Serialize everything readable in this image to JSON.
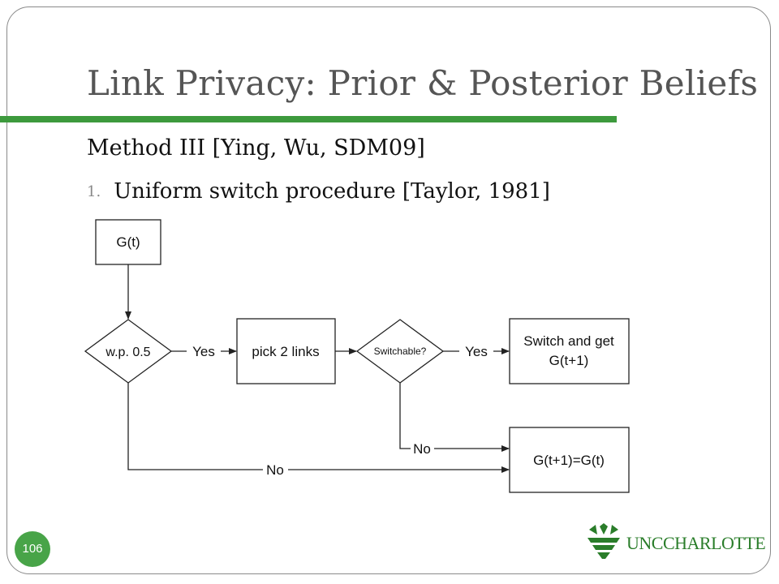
{
  "slide": {
    "title": "Link Privacy: Prior & Posterior Beliefs",
    "subheading": "Method III [Ying, Wu, SDM09]",
    "list": [
      {
        "number": "1.",
        "text": "Uniform switch procedure  [Taylor, 1981]"
      }
    ],
    "page_number": "106",
    "logo": {
      "text": "UNCCHARLOTTE",
      "icon": "crown-crest-icon"
    },
    "colors": {
      "accent": "#3d9a3d",
      "title": "#555555",
      "frame": "#8a8a8a"
    }
  },
  "flowchart": {
    "nodes": {
      "start": "G(t)",
      "decision1": "w.p. 0.5",
      "pick": "pick 2 links",
      "decision2": "Switchable?",
      "switch_line1": "Switch and get",
      "switch_line2": "G(t+1)",
      "no_change": "G(t+1)=G(t)"
    },
    "edges": {
      "yes1": "Yes",
      "yes2": "Yes",
      "no_switchable": "No",
      "no_wp": "No"
    }
  }
}
